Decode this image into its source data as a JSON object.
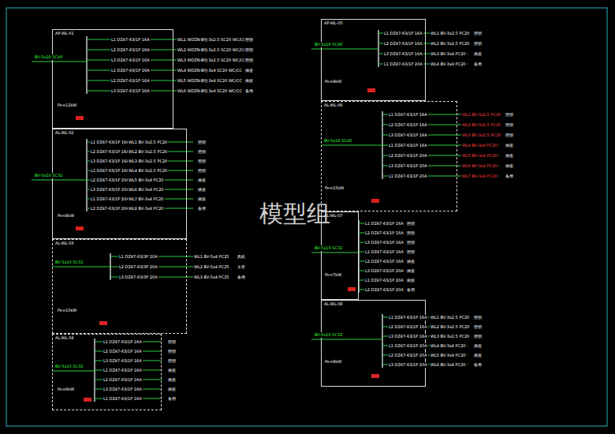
{
  "diagram": {
    "nodes": [
      {
        "text": [
          "AP-WL-01"
        ]
      },
      {
        "text": [
          "AL-WL-02"
        ]
      },
      {
        "text": [
          "AL-WL-03"
        ]
      },
      {
        "text": [
          "AL-WL-04"
        ]
      },
      {
        "text": [
          "AP-WL-05"
        ]
      },
      {
        "text": [
          "AL-WL-06"
        ]
      },
      {
        "text": [
          "AL-WL-07"
        ]
      },
      {
        "text": [
          "AL-WL-08"
        ]
      }
    ],
    "labels": [
      "L1 DZ47-63/1P 16A",
      "L2 DZ47-63/1P 16A",
      "L3 DZ47-63/1P 16A",
      "L1 DZ47-63/1P 16A",
      "L2 DZ47-63/1P 16A",
      "L3 DZ47-63/1P 16A",
      "WL1 WDZN-BYJ-3x2.5 SC20 WC/CC",
      "WL2 WDZN-BYJ-3x2.5 SC20 WC/CC",
      "WL3 WDZN-BYJ-3x2.5 SC20 WC/CC",
      "WL4 WDZN-BYJ-3x4 SC20 WC/CC",
      "WL5 WDZN-BYJ-3x4 SC20 WC/CC",
      "WL6 WDZN-BYJ-3x4 SC20 WC/CC",
      "照明",
      "照明",
      "照明",
      "插座",
      "插座",
      "备用",
      "BV-5x16 SC40",
      "Pe=12kW",
      "L1 DZ47-63/1P 16A",
      "L2 DZ47-63/1P 16A",
      "L3 DZ47-63/1P 16A",
      "L1 DZ47-63/1P 16A",
      "L2 DZ47-63/1P 20A",
      "L3 DZ47-63/1P 20A",
      "L1 DZ47-63/1P 20A",
      "L2 DZ47-63/1P 20A",
      "WL1 BV-3x2.5 PC20",
      "WL2 BV-3x2.5 PC20",
      "WL3 BV-3x2.5 PC20",
      "WL4 BV-3x2.5 PC20",
      "WL5 BV-3x4 PC20",
      "WL6 BV-3x4 PC20",
      "WL7 BV-3x4 PC20",
      "WL8 BV-3x4 PC20",
      "照明",
      "照明",
      "照明",
      "照明",
      "插座",
      "插座",
      "插座",
      "备用",
      "BV-5x10 SC32",
      "Pe=8kW",
      "L1 DZ47-63/3P 20A",
      "L2 DZ47-63/3P 20A",
      "L3 DZ47-63/3P 20A",
      "WL1 BV-5x4 PC25",
      "WL2 BV-5x4 PC25",
      "WL3 BV-5x4 PC25",
      "风机",
      "水泵",
      "备用",
      "BV-5x10 SC32",
      "Pe=10kW",
      "L1 DZ47-63/1P 16A",
      "L2 DZ47-63/1P 16A",
      "L3 DZ47-63/1P 16A",
      "L1 DZ47-63/1P 16A",
      "L2 DZ47-63/1P 16A",
      "L3 DZ47-63/1P 16A",
      "L1 DZ47-63/1P 16A",
      "照明",
      "照明",
      "照明",
      "插座",
      "插座",
      "插座",
      "备用",
      "BV-5x10 SC32",
      "Pe=6kW",
      "L1 DZ47-63/1P 16A",
      "L2 DZ47-63/1P 16A",
      "L3 DZ47-63/1P 16A",
      "L1 DZ47-63/1P 20A",
      "WL1 BV-3x2.5 PC20",
      "WL2 BV-3x2.5 PC20",
      "WL3 BV-3x4 PC20",
      "WL4 BV-3x4 PC20",
      "照明",
      "照明",
      "插座",
      "备用",
      "BV-5x16 SC40",
      "Pe=9kW",
      "L1 DZ47-63/1P 16A",
      "L2 DZ47-63/1P 16A",
      "L3 DZ47-63/1P 16A",
      "L1 DZ47-63/1P 16A",
      "L2 DZ47-63/1P 20A",
      "L3 DZ47-63/1P 20A",
      "L1 DZ47-63/1P 20A",
      "WL1 BV-3x2.5 PC20",
      "WL2 BV-3x2.5 PC20",
      "WL3 BV-3x2.5 PC20",
      "WL4 BV-3x4 PC20",
      "WL5 BV-3x4 PC20",
      "WL6 BV-3x4 PC20",
      "WL7 BV-3x4 PC20",
      "照明",
      "照明",
      "照明",
      "插座",
      "插座",
      "插座",
      "备用",
      "BV-5x16 SC40",
      "Pe=15kW",
      "L1 DZ47-63/1P 16A",
      "L2 DZ47-63/1P 16A",
      "L3 DZ47-63/1P 16A",
      "L1 DZ47-63/1P 16A",
      "L2 DZ47-63/1P 16A",
      "L3 DZ47-63/1P 20A",
      "L1 DZ47-63/1P 20A",
      "L2 DZ47-63/1P 20A",
      "照明",
      "照明",
      "照明",
      "照明",
      "插座",
      "插座",
      "插座",
      "备用",
      "BV-5x10 SC32",
      "Pe=7kW",
      "L1 DZ47-63/1P 16A",
      "L2 DZ47-63/1P 16A",
      "L3 DZ47-63/1P 16A",
      "L1 DZ47-63/1P 20A",
      "L2 DZ47-63/1P 20A",
      "L3 DZ47-63/1P 20A",
      "WL1 BV-3x2.5 PC20",
      "WL2 BV-3x2.5 PC20",
      "WL3 BV-3x2.5 PC20",
      "WL4 BV-3x4 PC20",
      "WL5 BV-3x4 PC20",
      "WL6 BV-3x4 PC20",
      "照明",
      "照明",
      "照明",
      "插座",
      "插座",
      "备用",
      "BV-5x10 SC32",
      "Pe=8kW",
      "模型组"
    ]
  }
}
